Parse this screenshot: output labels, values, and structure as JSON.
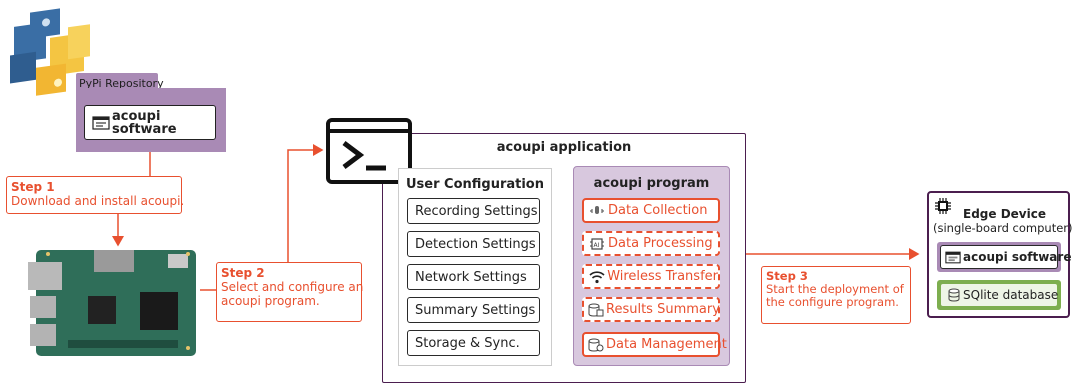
{
  "pypi": {
    "tab_label": "PyPi Repository",
    "software_label": "acoupi software"
  },
  "step1": {
    "title": "Step 1",
    "text": "Download and install acoupi."
  },
  "step2": {
    "title": "Step 2",
    "text_line1": "Select and configure an",
    "text_line2": "acoupi program."
  },
  "step3": {
    "title": "Step 3",
    "text_line1": "Start the deployment of",
    "text_line2": "the configure program."
  },
  "application": {
    "title": "acoupi application"
  },
  "user_configuration": {
    "title": "User Configuration",
    "items": [
      "Recording Settings",
      "Detection Settings",
      "Network Settings",
      "Summary Settings",
      "Storage & Sync."
    ]
  },
  "acoupi_program": {
    "title": "acoupi program",
    "items": [
      {
        "label": "Data Collection",
        "icon": "microphone-icon"
      },
      {
        "label": "Data Processing",
        "icon": "ai-chip-icon"
      },
      {
        "label": "Wireless Transfer",
        "icon": "wifi-icon"
      },
      {
        "label": "Results Summary",
        "icon": "summary-database-icon"
      },
      {
        "label": "Data Management",
        "icon": "database-gear-icon"
      }
    ]
  },
  "edge_device": {
    "title": "Edge Device",
    "subtitle": "(single-board computer)",
    "software_label": "acoupi software",
    "database_label": "SQlite database"
  },
  "colors": {
    "accent": "#e8502f",
    "purple_dark": "#4b1e4f",
    "purple_fill": "#a98ab5",
    "purple_light": "#d8c8de",
    "green": "#7dae4f"
  }
}
